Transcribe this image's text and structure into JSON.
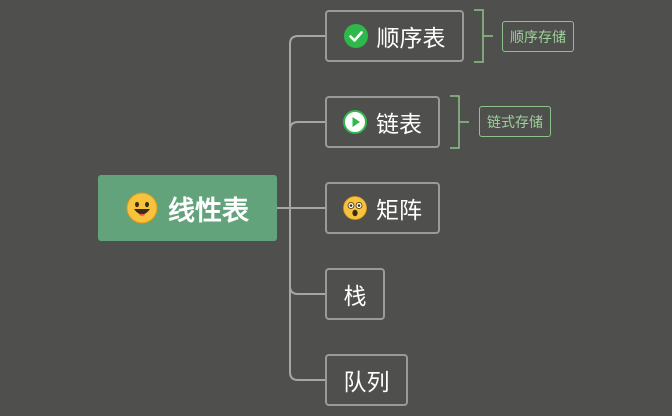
{
  "root": {
    "label": "线性表",
    "icon": "smiley-face-icon"
  },
  "children": [
    {
      "label": "顺序表",
      "icon": "green-check-icon",
      "note": "顺序存储"
    },
    {
      "label": "链表",
      "icon": "play-icon",
      "note": "链式存储"
    },
    {
      "label": "矩阵",
      "icon": "surprised-face-icon"
    },
    {
      "label": "栈"
    },
    {
      "label": "队列"
    }
  ],
  "colors": {
    "background": "#4f504d",
    "root_fill": "#62a37b",
    "node_border": "#9a9b97",
    "connector": "#a6a7a3",
    "note_bracket": "#8fc18a",
    "note_text": "#9fd19b"
  }
}
